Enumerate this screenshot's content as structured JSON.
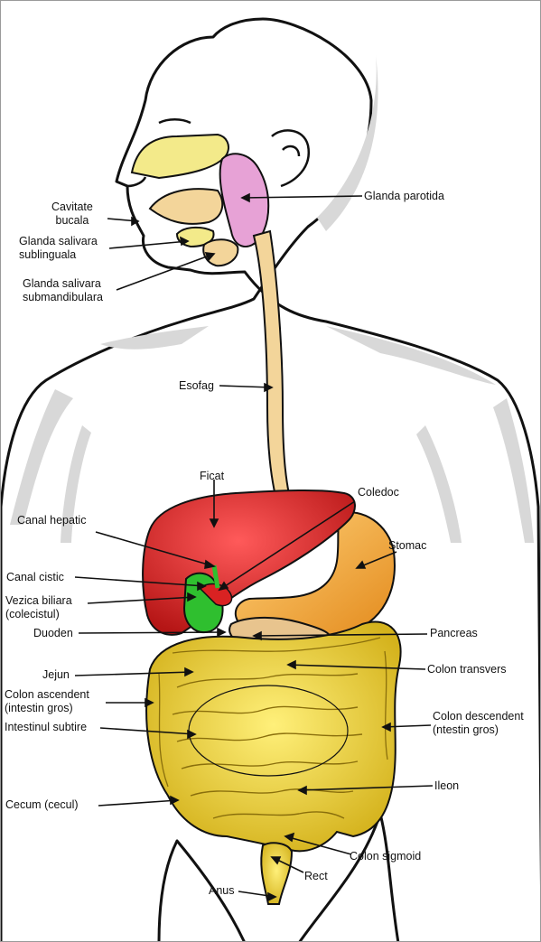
{
  "diagram": {
    "labels": {
      "cavitate_bucala": [
        "Cavitate",
        "bucala"
      ],
      "glanda_sublinguala": [
        "Glanda salivara",
        "sublinguala"
      ],
      "glanda_submandibulara": [
        "Glanda salivara",
        "submandibulara"
      ],
      "glanda_parotida": "Glanda parotida",
      "esofag": "Esofag",
      "ficat": "Ficat",
      "coledoc": "Coledoc",
      "canal_hepatic": "Canal hepatic",
      "stomac": "Stomac",
      "canal_cistic": "Canal cistic",
      "vezica_biliara": [
        "Vezica biliara",
        "(colecistul)"
      ],
      "duoden": "Duoden",
      "pancreas": "Pancreas",
      "jejun": "Jejun",
      "colon_transvers": "Colon transvers",
      "colon_ascendent": [
        "Colon ascendent",
        "(intestin gros)"
      ],
      "colon_descendent": [
        "Colon descendent",
        "(ntestin gros)"
      ],
      "intestinul_subtire": "Intestinul subtire",
      "ileon": "Ileon",
      "cecum": "Cecum (cecul)",
      "colon_sigmoid": "Colon sigmoid",
      "rect": "Rect",
      "anus": "Anus"
    },
    "colors": {
      "outline": "#111111",
      "body_shade": "#d8d8d8",
      "liver": "#d92222",
      "stomach": "#f0a030",
      "esophagus": "#f3d59a",
      "gallbladder": "#2fbf2f",
      "parotid": "#e7a2d6",
      "intestine": "#e8cc2a",
      "colon": "#d8b820",
      "pancreas": "#e8c48e",
      "nasal": "#f3ea8a"
    }
  }
}
